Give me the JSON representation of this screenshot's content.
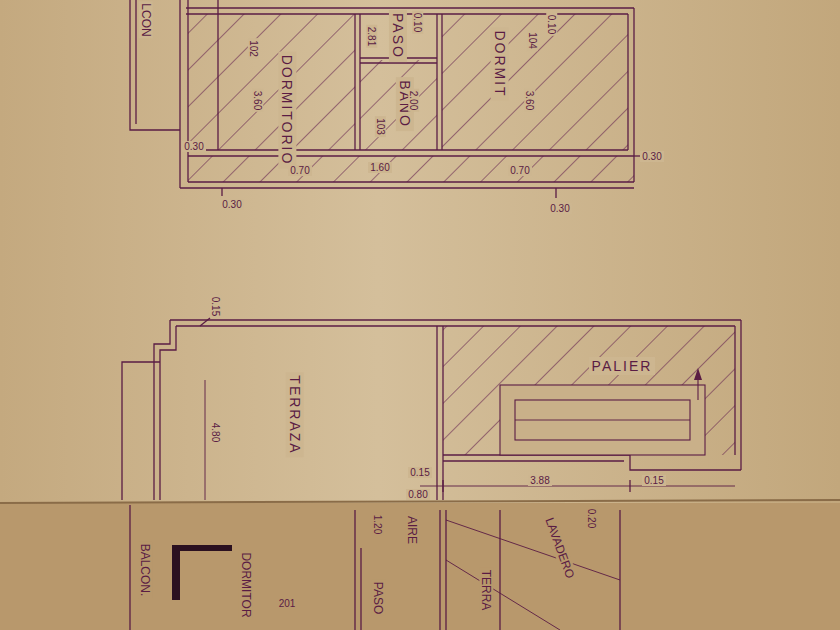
{
  "diagram": {
    "nodes": [
      {
        "text": [
          "DORMITORIO"
        ]
      },
      {
        "text": [
          "PASO"
        ]
      },
      {
        "text": [
          "BAÑO"
        ]
      },
      {
        "text": [
          "DORMIT"
        ]
      },
      {
        "text": [
          "TERRAZA"
        ]
      },
      {
        "text": [
          "PALIER"
        ]
      }
    ],
    "labels": [
      "LCON",
      "102",
      "3.60",
      "2.81",
      "2.00",
      "103",
      "3.60",
      "104",
      "0.10",
      "0.10",
      "1.60",
      "0.70",
      "0.70",
      "0.30",
      "0.30",
      "0.30",
      "0.30",
      "0.15",
      "4.80",
      "0.15",
      "0.80",
      "3.88",
      "0.15",
      "BALCON.",
      "DORMITOR",
      "201",
      "PASO",
      "1.20",
      "AIRE",
      "LAVADERO",
      "0.20",
      "TERRA"
    ]
  }
}
